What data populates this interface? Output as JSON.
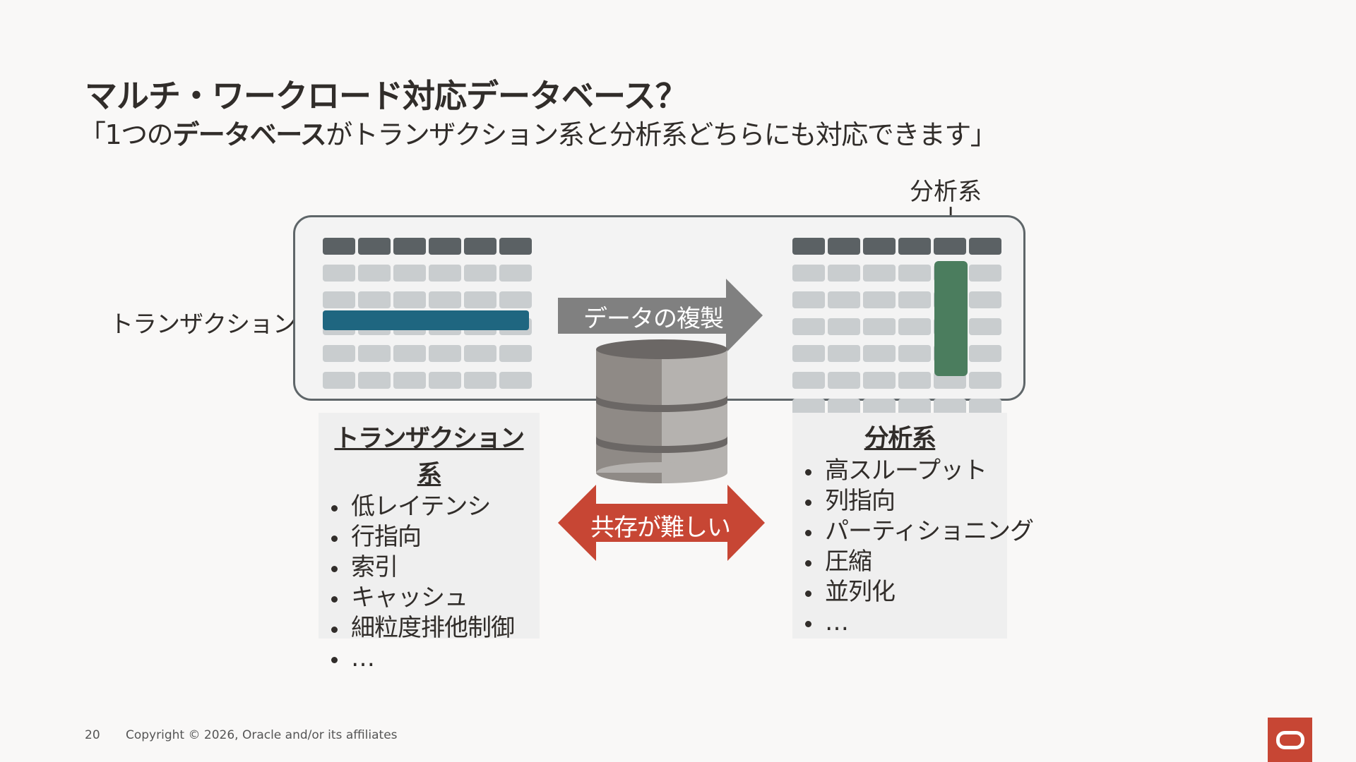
{
  "slide": {
    "title": "マルチ・ワークロード対応データベース？",
    "subtitle_pre": "「1つの",
    "subtitle_bold": "データベース",
    "subtitle_post": "がトランザクション系と分析系どちらにも対応できます」"
  },
  "diagram": {
    "analytic_label": "分析系",
    "analytic_arrow": "↓",
    "transaction_label": "トランザクション系→",
    "copy_label": "データの複製",
    "conflict_label": "共存が難しい",
    "colors": {
      "row_highlight": "#1f6680",
      "column_highlight": "#4b7d5e",
      "copy_arrow": "#808080",
      "conflict_arrow": "#c74634"
    }
  },
  "transaction_box": {
    "heading": "トランザクション系",
    "items": [
      "低レイテンシ",
      "行指向",
      "索引",
      "キャッシュ",
      "細粒度排他制御",
      "…"
    ]
  },
  "analytic_box": {
    "heading": "分析系",
    "items": [
      "高スループット",
      "列指向",
      "パーティショニング",
      "圧縮",
      "並列化",
      "…"
    ]
  },
  "footer": {
    "page_number": "20",
    "copyright": "Copyright © 2026, Oracle and/or its affiliates",
    "logo": "oracle-logo-icon"
  }
}
